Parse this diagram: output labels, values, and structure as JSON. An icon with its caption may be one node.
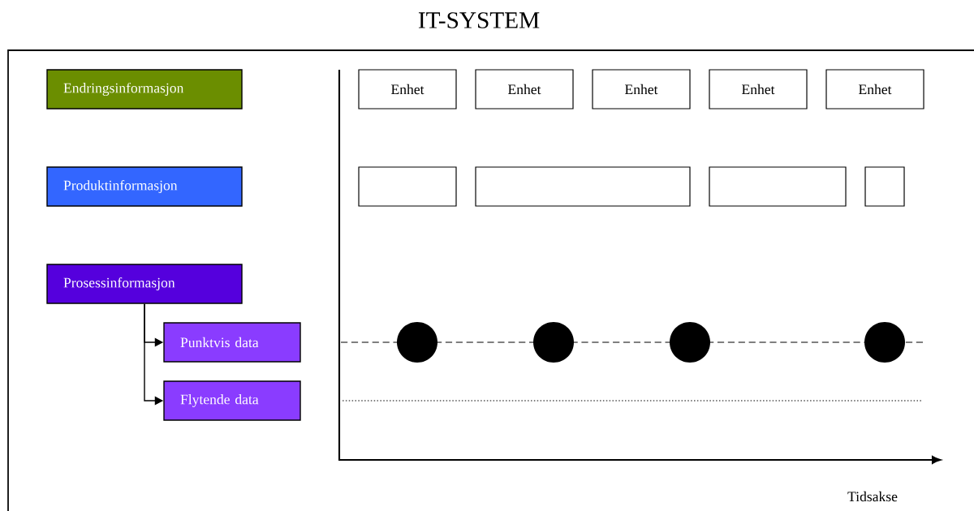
{
  "diagram": {
    "title": "IT-SYSTEM",
    "nodes": [
      {
        "text": [
          "Endringsinformasjon"
        ]
      },
      {
        "text": [
          "Produktinformasjon"
        ]
      },
      {
        "text": [
          "Prosessinformasjon"
        ]
      },
      {
        "text": [
          "Punktvis data"
        ]
      },
      {
        "text": [
          "Flytende data"
        ]
      },
      {
        "text": [
          "Enhet"
        ]
      },
      {
        "text": [
          "Enhet"
        ]
      },
      {
        "text": [
          "Enhet"
        ]
      },
      {
        "text": [
          "Enhet"
        ]
      },
      {
        "text": [
          "Enhet"
        ]
      },
      {
        "text": [],
        "shape": "box"
      },
      {
        "text": [],
        "shape": "box"
      },
      {
        "text": [],
        "shape": "box"
      },
      {
        "text": [],
        "shape": "box"
      },
      {
        "text": [],
        "shape": "circle"
      },
      {
        "text": [],
        "shape": "circle"
      },
      {
        "text": [],
        "shape": "circle"
      },
      {
        "text": [],
        "shape": "circle"
      }
    ],
    "edges": [
      {
        "from": 2,
        "to": 3,
        "arrow": "to"
      },
      {
        "from": 2,
        "to": 4,
        "arrow": "to"
      }
    ],
    "labels": [
      "Tidsakse"
    ]
  }
}
